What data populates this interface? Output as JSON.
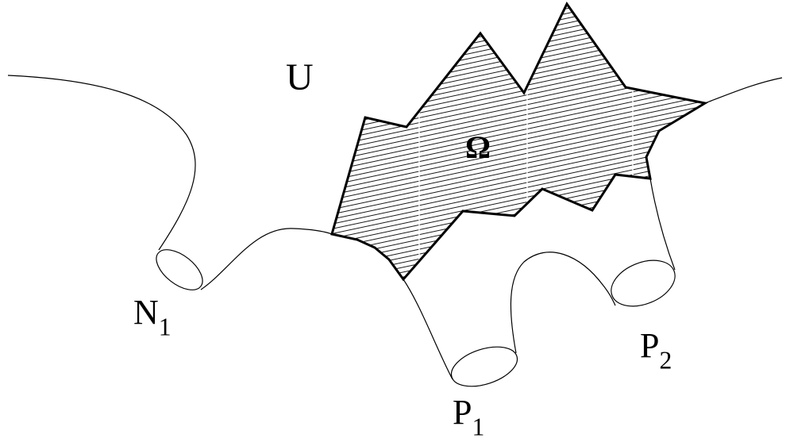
{
  "labels": {
    "region": "U",
    "domain": "Ω",
    "end_n": "N",
    "end_n_index": "1",
    "end_p1": "P",
    "end_p1_index": "1",
    "end_p2": "P",
    "end_p2_index": "2"
  },
  "colors": {
    "stroke": "#000000",
    "hatch": "#000000",
    "background": "#ffffff"
  }
}
